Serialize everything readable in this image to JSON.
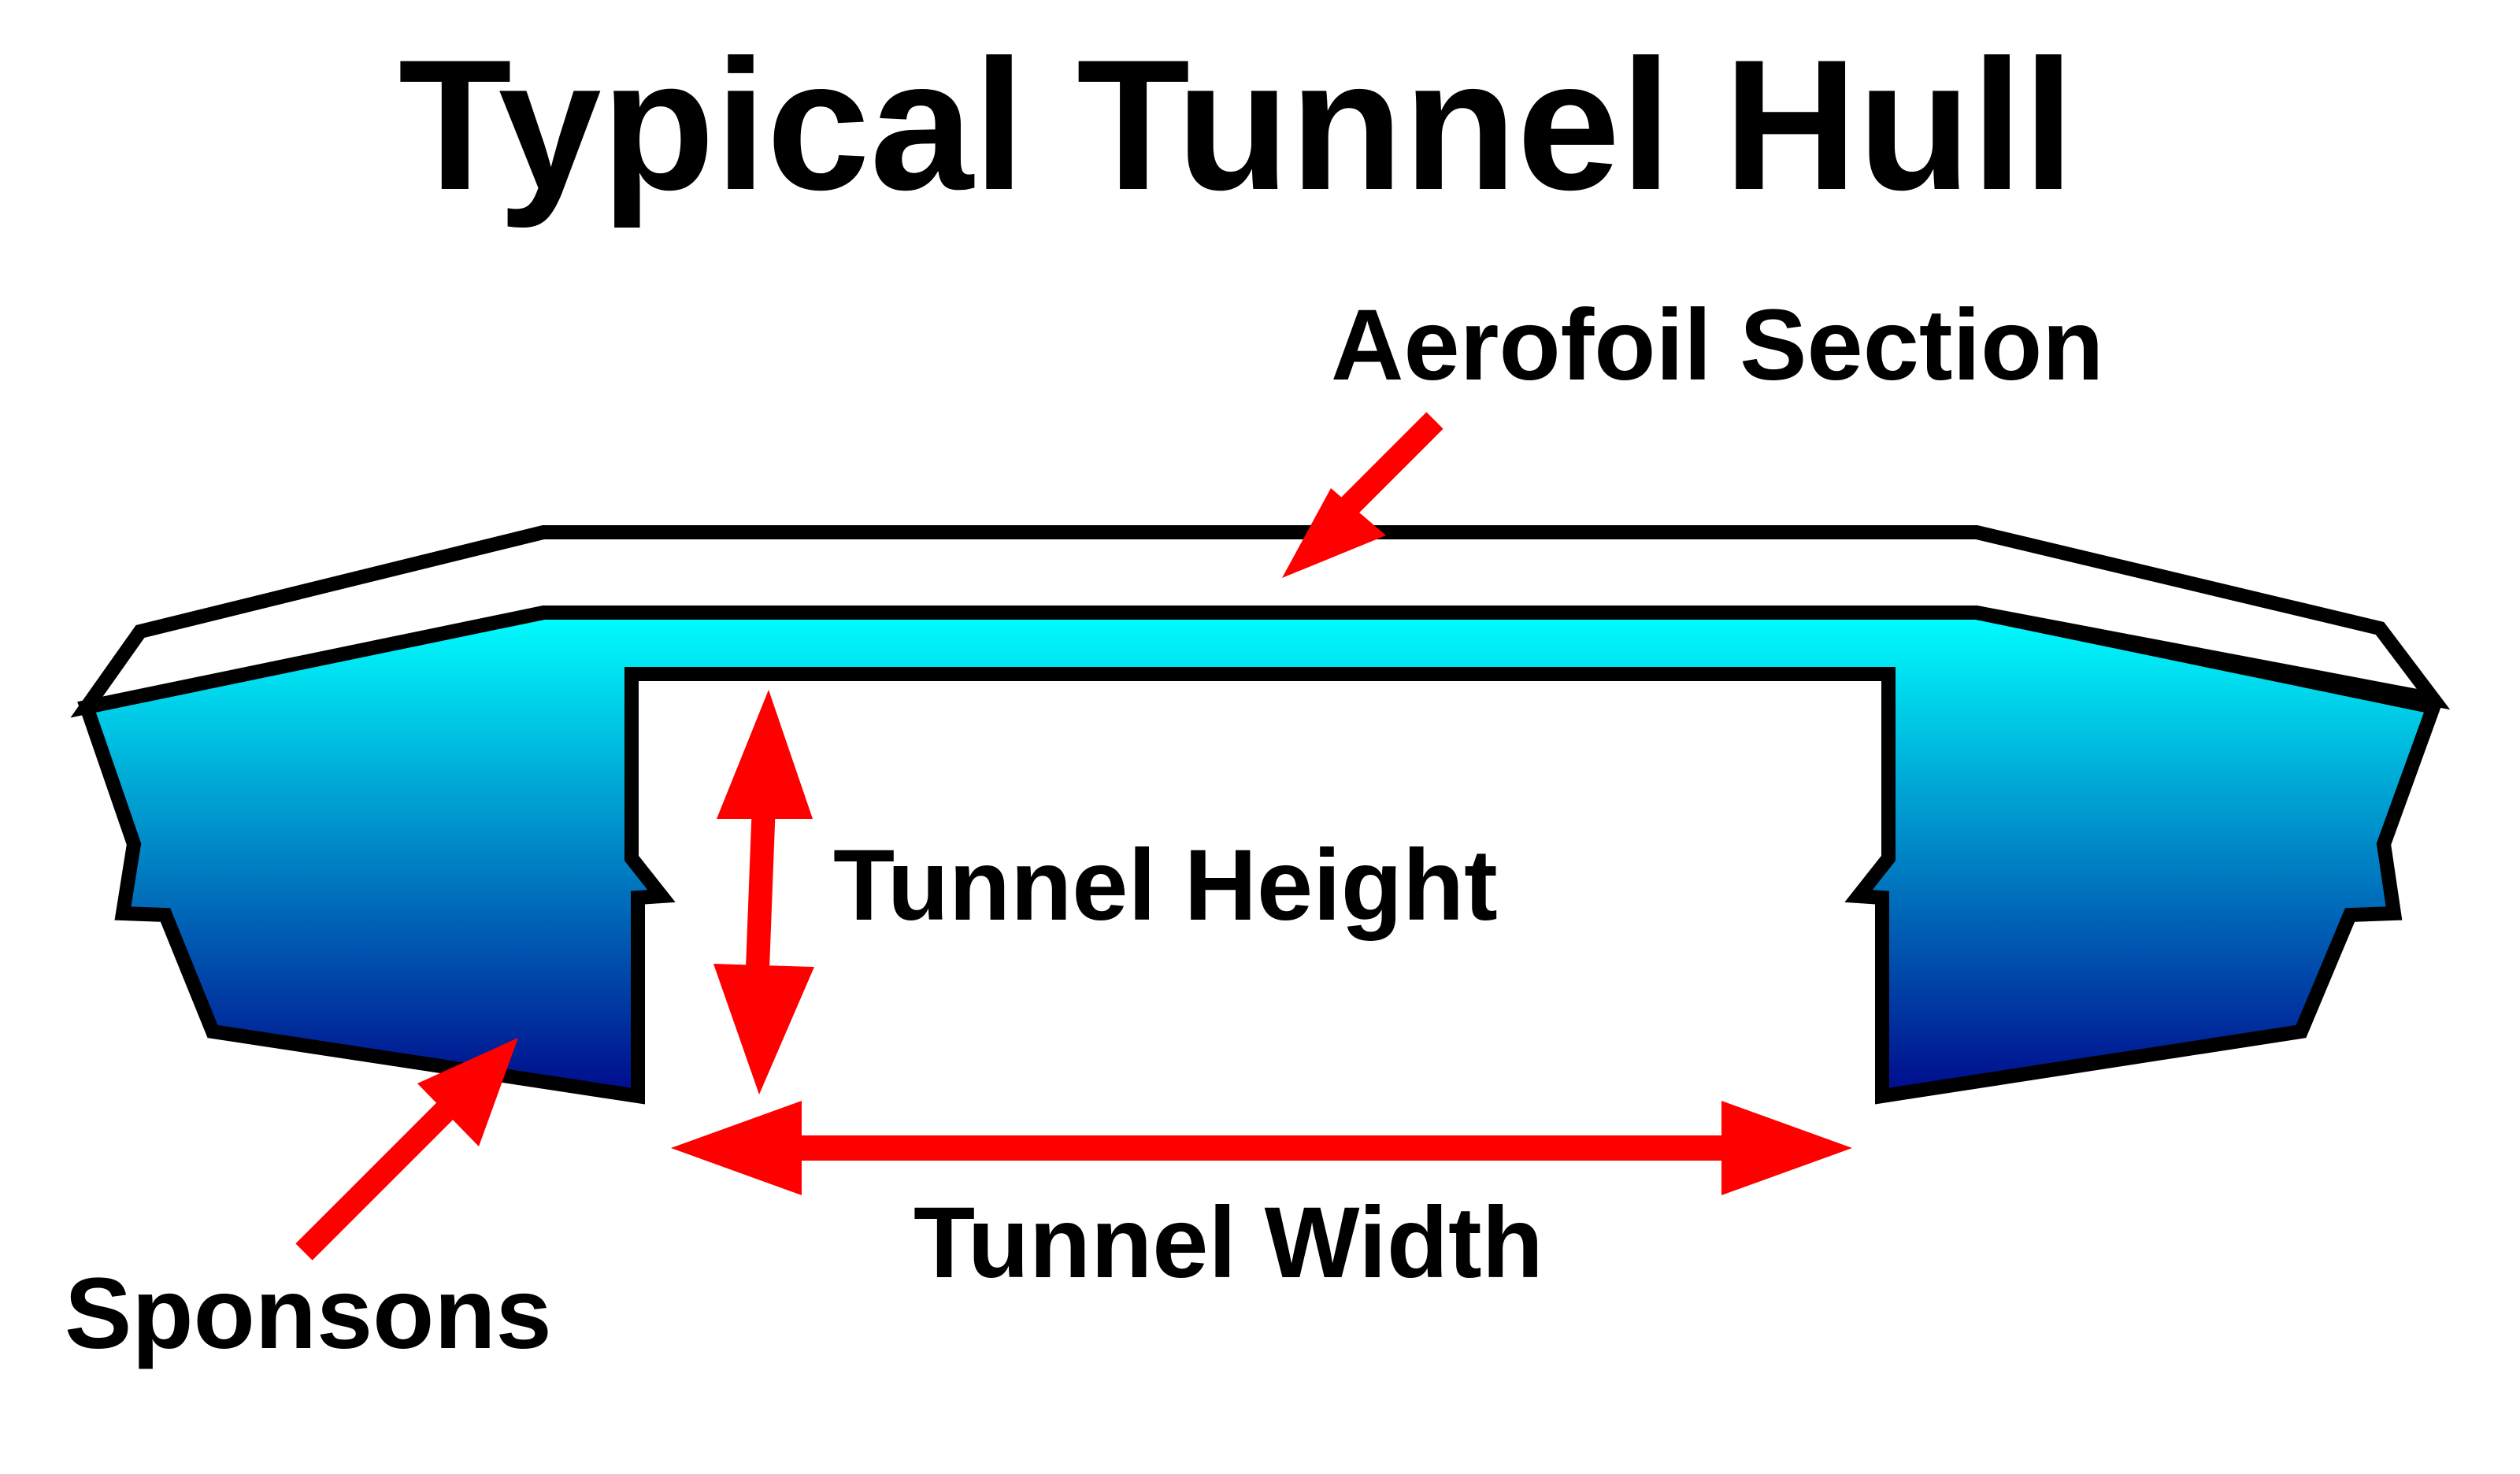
{
  "title": "Typical Tunnel Hull",
  "labels": {
    "aerofoil_section": "Aerofoil Section",
    "tunnel_height": "Tunnel Height",
    "tunnel_width": "Tunnel Width",
    "sponsons": "Sponsons"
  },
  "colors": {
    "background": "#ffffff",
    "outline": "#000000",
    "arrow": "#ff0000",
    "hull_gradient_top": "#00ffff",
    "hull_gradient_bottom": "#000a8c"
  }
}
